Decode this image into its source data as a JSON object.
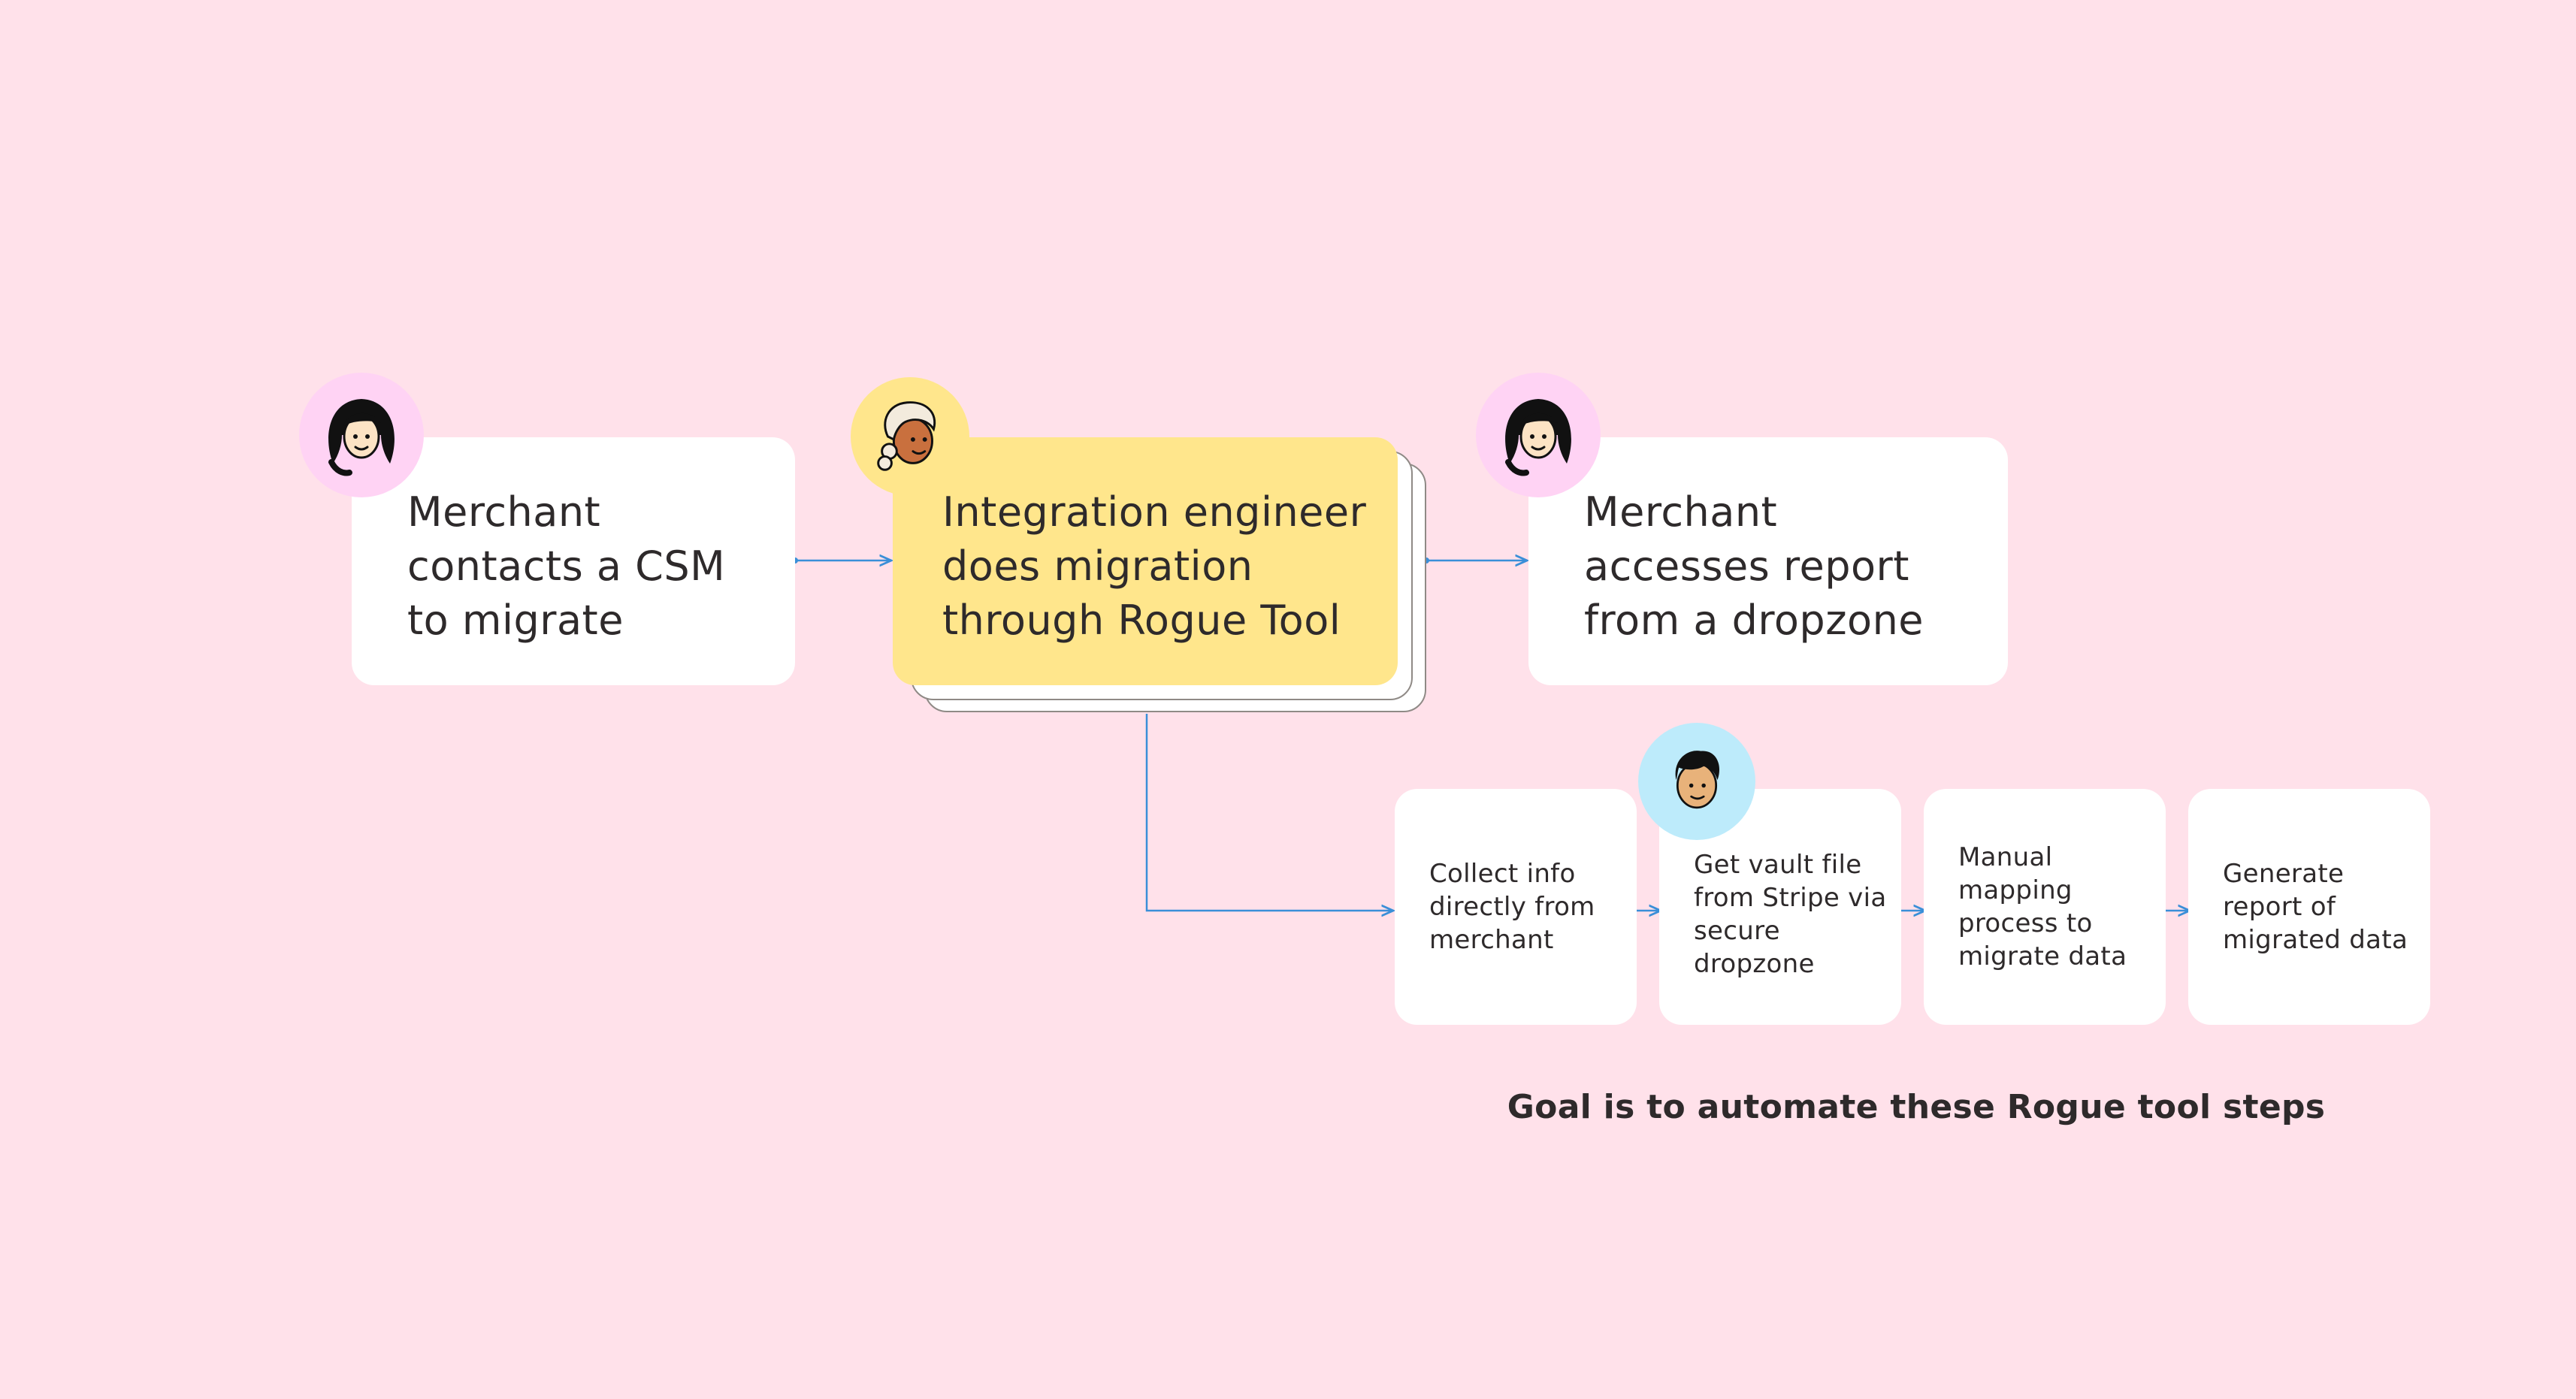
{
  "colors": {
    "background": "#FFE1EA",
    "card": "#ffffff",
    "highlight_card": "#FFE68C",
    "connector": "#3A8FD8",
    "avatar_pink": "#FFD3F4",
    "avatar_yellow": "#FFE68C",
    "avatar_blue": "#BDEBFB"
  },
  "main_flow": {
    "step1": {
      "label": "Merchant contacts a CSM to migrate",
      "avatar": "woman-dark-hair-avatar"
    },
    "step2": {
      "label": "Integration engineer does migration through Rogue Tool",
      "avatar": "engineer-curly-hair-avatar"
    },
    "step3": {
      "label": "Merchant accesses report from a dropzone",
      "avatar": "woman-dark-hair-avatar"
    }
  },
  "rogue_steps": [
    {
      "label": "Collect info directly from merchant"
    },
    {
      "label": "Get vault file from Stripe via secure dropzone",
      "avatar": "man-dark-hair-avatar"
    },
    {
      "label": "Manual mapping process to migrate data"
    },
    {
      "label": "Generate report of migrated data"
    }
  ],
  "caption": "Goal is to automate these Rogue tool steps"
}
